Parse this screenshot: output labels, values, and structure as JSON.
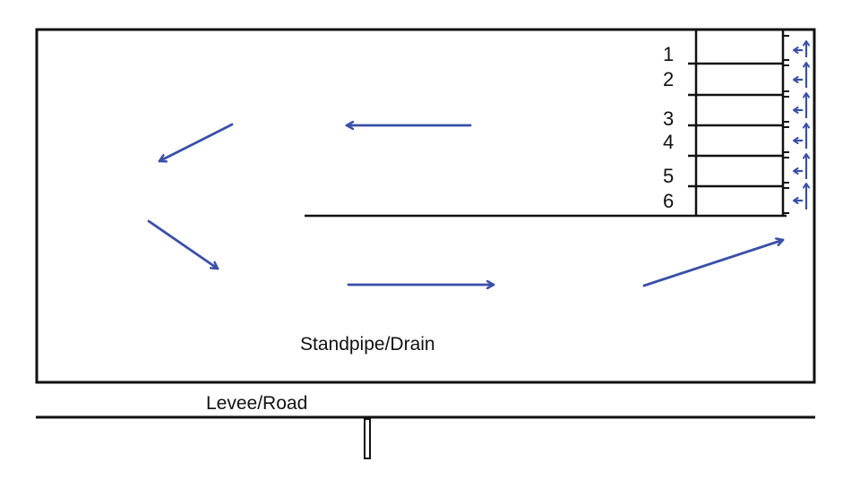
{
  "diagram": {
    "lanes": [
      "1",
      "2",
      "3",
      "4",
      "5",
      "6"
    ],
    "standpipe_label": "Standpipe/Drain",
    "levee_label": "Levee/Road",
    "colors": {
      "outline": "#111111",
      "flow_arrow": "#3a4fa8",
      "background": "#ffffff"
    },
    "icons": {
      "flow": "arrow-icon",
      "standpipe": "standpipe-icon"
    }
  }
}
